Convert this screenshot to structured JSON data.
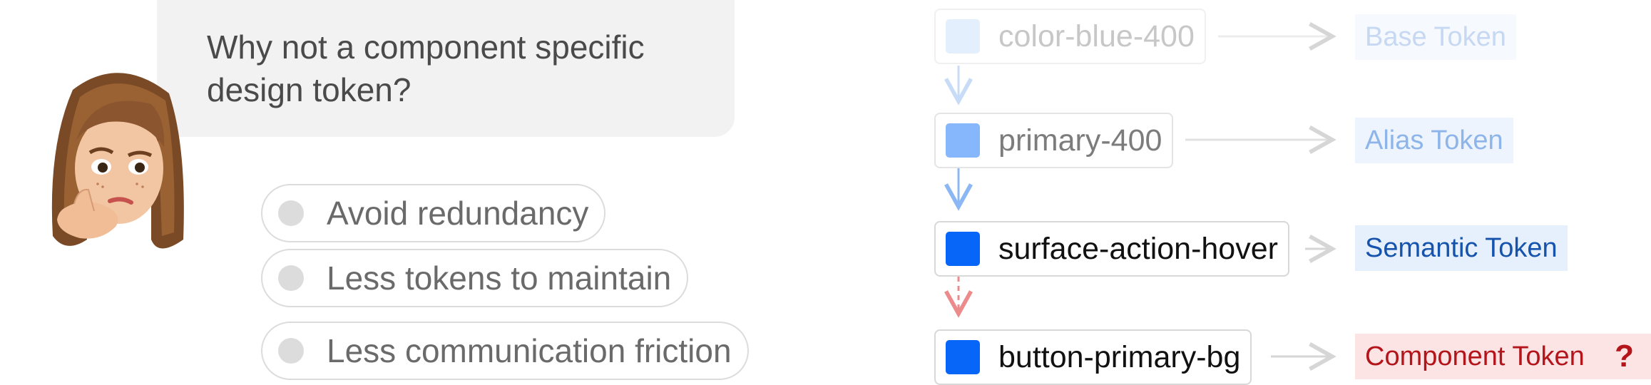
{
  "question": {
    "line1": "Why not a component specific",
    "line2": "design token?"
  },
  "reasons": [
    "Avoid redundancy",
    "Less tokens to maintain",
    "Less communication friction"
  ],
  "tokens": [
    {
      "name": "color-blue-400",
      "type": "Base Token",
      "swatch": "#cfe2fd"
    },
    {
      "name": "primary-400",
      "type": "Alias Token",
      "swatch": "#86b6fb"
    },
    {
      "name": "surface-action-hover",
      "type": "Semantic Token",
      "swatch": "#0766f7"
    },
    {
      "name": "button-primary-bg",
      "type": "Component Token",
      "swatch": "#0766f7"
    }
  ],
  "question_mark": "?",
  "colors": {
    "bubble": "#f2f2f2",
    "blue_accent": "#0766f7",
    "component_red": "#b3151b",
    "component_bg": "#fde4e4",
    "semantic_bg": "#e6f0fd"
  }
}
